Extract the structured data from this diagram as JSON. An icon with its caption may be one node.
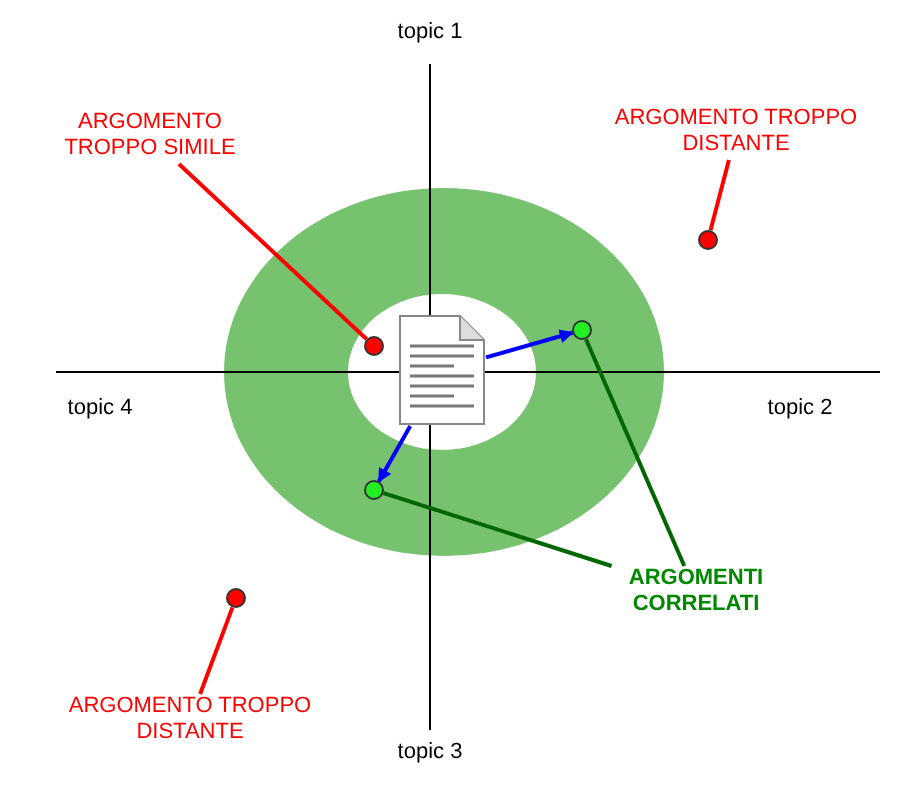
{
  "diagram": {
    "nodes": [
      {
        "text": [],
        "shape": "document"
      },
      {
        "text": [],
        "shape": "circle"
      },
      {
        "text": [],
        "shape": "circle"
      },
      {
        "text": [],
        "shape": "circle"
      },
      {
        "text": [],
        "shape": "circle"
      },
      {
        "text": [],
        "shape": "circle"
      },
      {
        "text": [
          "ARGOMENTO TROPPO SIMILE"
        ]
      },
      {
        "text": [
          "ARGOMENTO TROPPO DISTANTE"
        ]
      },
      {
        "text": [
          "ARGOMENTI CORRELATI"
        ]
      },
      {
        "text": [
          "ARGOMENTO TROPPO DISTANTE"
        ]
      }
    ],
    "edges": [
      {
        "from": 0,
        "to": 1,
        "arrow": "to",
        "color": "#0000ff"
      },
      {
        "from": 0,
        "to": 2,
        "arrow": "to",
        "color": "#0000ff"
      },
      {
        "from": 6,
        "to": 3,
        "arrow": "none",
        "color": "#ff0000"
      },
      {
        "from": 7,
        "to": 4,
        "arrow": "none",
        "color": "#ff0000"
      },
      {
        "from": 8,
        "to": 1,
        "arrow": "none",
        "color": "#006600"
      },
      {
        "from": 8,
        "to": 2,
        "arrow": "none",
        "color": "#006600"
      },
      {
        "from": 9,
        "to": 5,
        "arrow": "none",
        "color": "#ff0000"
      }
    ],
    "labels": [
      "topic 1",
      "topic 4",
      "topic 2",
      "topic 3"
    ]
  }
}
